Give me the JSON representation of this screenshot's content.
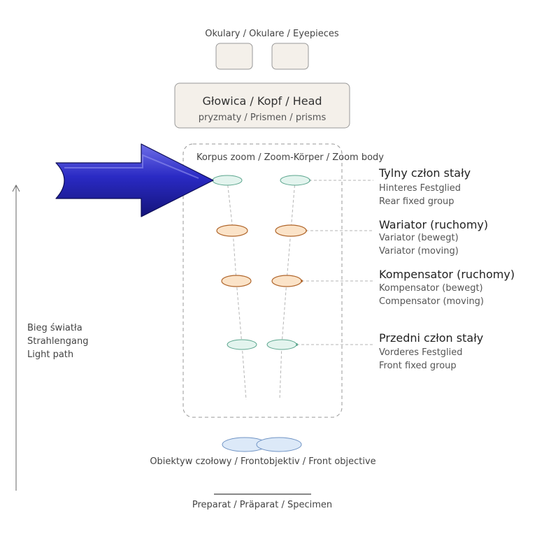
{
  "eyepieces": {
    "label": "Okulary / Okulare / Eyepieces"
  },
  "head": {
    "title": "Głowica / Kopf / Head",
    "subtitle": "pryzmaty / Prismen / prisms"
  },
  "zoom_body": {
    "label": "Korpus zoom / Zoom-Körper / Zoom body"
  },
  "groups": {
    "rear": {
      "title": "Tylny człon stały",
      "line1": "Hinteres Festglied",
      "line2": "Rear fixed group"
    },
    "variator": {
      "title": "Wariator (ruchomy)",
      "line1": "Variator (bewegt)",
      "line2": "Variator (moving)"
    },
    "compensator": {
      "title": "Kompensator (ruchomy)",
      "line1": "Kompensator (bewegt)",
      "line2": "Compensator (moving)"
    },
    "front": {
      "title": "Przedni człon stały",
      "line1": "Vorderes Festglied",
      "line2": "Front fixed group"
    }
  },
  "light_path": {
    "line1": "Bieg światła",
    "line2": "Strahlengang",
    "line3": "Light path"
  },
  "objective": {
    "label": "Obiektyw czołowy / Frontobjektiv / Front objective"
  },
  "specimen": {
    "label": "Preparat / Präparat / Specimen"
  },
  "colors": {
    "fixed_lens_fill": "#e3f4ee",
    "fixed_lens_stroke": "#5aa58d",
    "moving_lens_fill": "#fbe3c8",
    "moving_lens_stroke": "#b0652a",
    "objective_fill": "#dce9f8",
    "objective_stroke": "#6f93c4",
    "head_fill": "#f4f0ea",
    "arrow_blue": "#2323b0"
  }
}
